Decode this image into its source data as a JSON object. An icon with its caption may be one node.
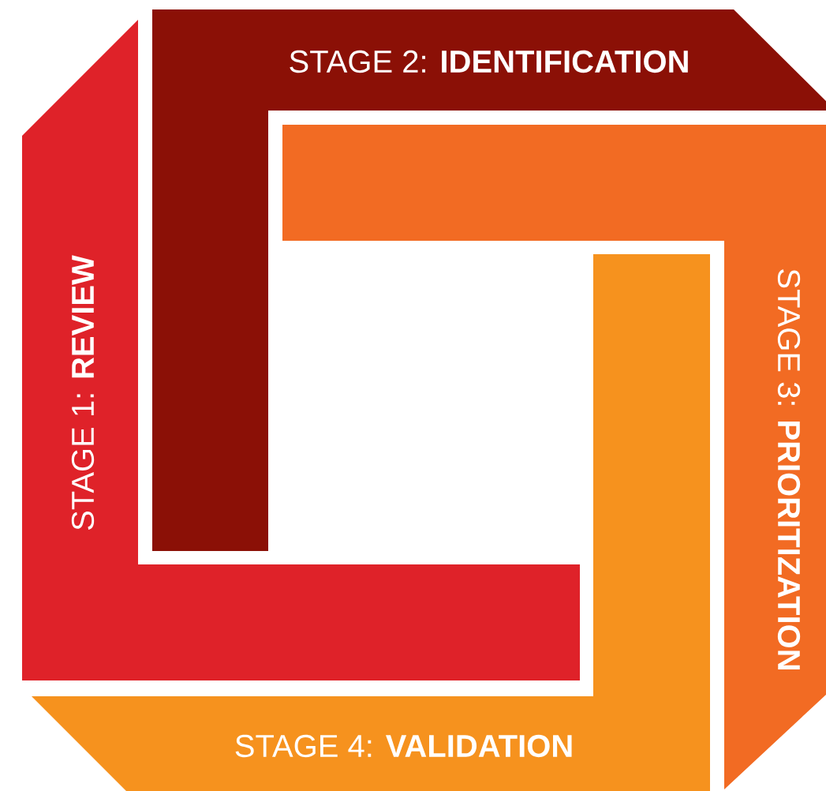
{
  "diagram": {
    "nodes": [
      {
        "text": [
          "STAGE 1: **REVIEW**"
        ]
      },
      {
        "text": [
          "STAGE 2: **IDENTIFICATION**"
        ]
      },
      {
        "text": [
          "STAGE 3: **PRIORITIZATION**"
        ]
      },
      {
        "text": [
          "STAGE 4: **VALIDATION**"
        ]
      }
    ]
  }
}
